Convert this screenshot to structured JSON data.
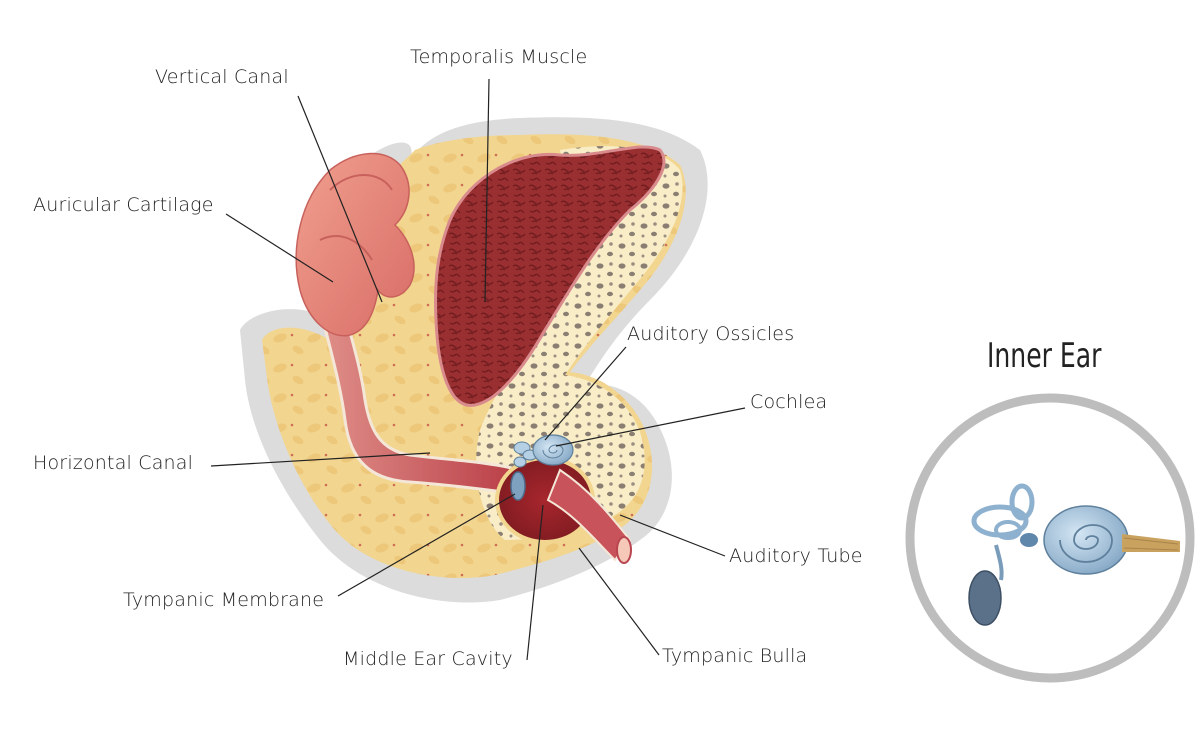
{
  "labels": {
    "vertical_canal": "Vertical Canal",
    "temporalis_muscle": "Temporalis Muscle",
    "auricular_cartilage": "Auricular Cartilage",
    "auditory_ossicles": "Auditory Ossicles",
    "cochlea": "Cochlea",
    "horizontal_canal": "Horizontal Canal",
    "auditory_tube": "Auditory Tube",
    "tympanic_membrane": "Tympanic Membrane",
    "middle_ear_cavity": "Middle Ear Cavity",
    "tympanic_bulla": "Tympanic Bulla"
  },
  "inset": {
    "title": "Inner Ear"
  },
  "colors": {
    "bone_fill": "#f2d58f",
    "bone_outline": "#d9d9d9",
    "spongy_bone": "#f8edc6",
    "muscle": "#9c3033",
    "cartilage": "#e7877c",
    "canal": "#c9535a",
    "ossicles": "#9fbfd9",
    "inset_ring": "#bdbdbd"
  }
}
